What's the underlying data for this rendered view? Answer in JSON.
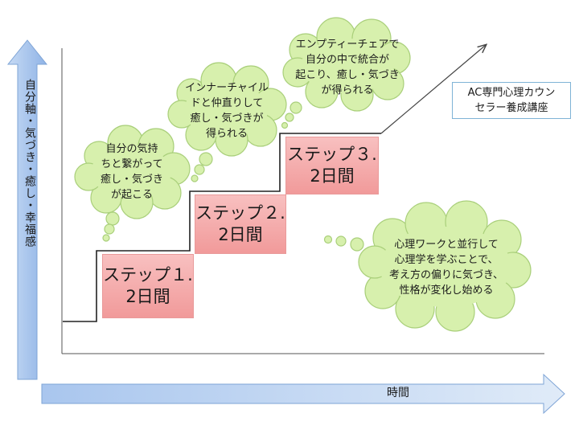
{
  "axes": {
    "y_label": "自分軸・気づき・癒し・幸福感",
    "x_label": "時間"
  },
  "steps": [
    "ステップ１.\n2日間",
    "ステップ２.\n2日間",
    "ステップ３.\n2日間"
  ],
  "clouds": [
    "自分の気持\nちと繋がって\n癒し・気づき\nが起こる",
    "インナーチャイル\nドと仲直りして\n癒し・気づきが\n得られる",
    "エンプティーチェアで\n自分の中で統合が\n起こり、癒し・気づき\nが得られる",
    "心理ワークと並行して\n心理学を学ぶことで、\n考え方の偏りに気づき、\n性格が変化し始める"
  ],
  "course_title": "AC専門心理カウン\nセラー養成講座",
  "colors": {
    "step_fill": "#f4a7a7",
    "cloud_fill": "#d7f0ad",
    "arrow_fill": "#9fbfe8"
  }
}
